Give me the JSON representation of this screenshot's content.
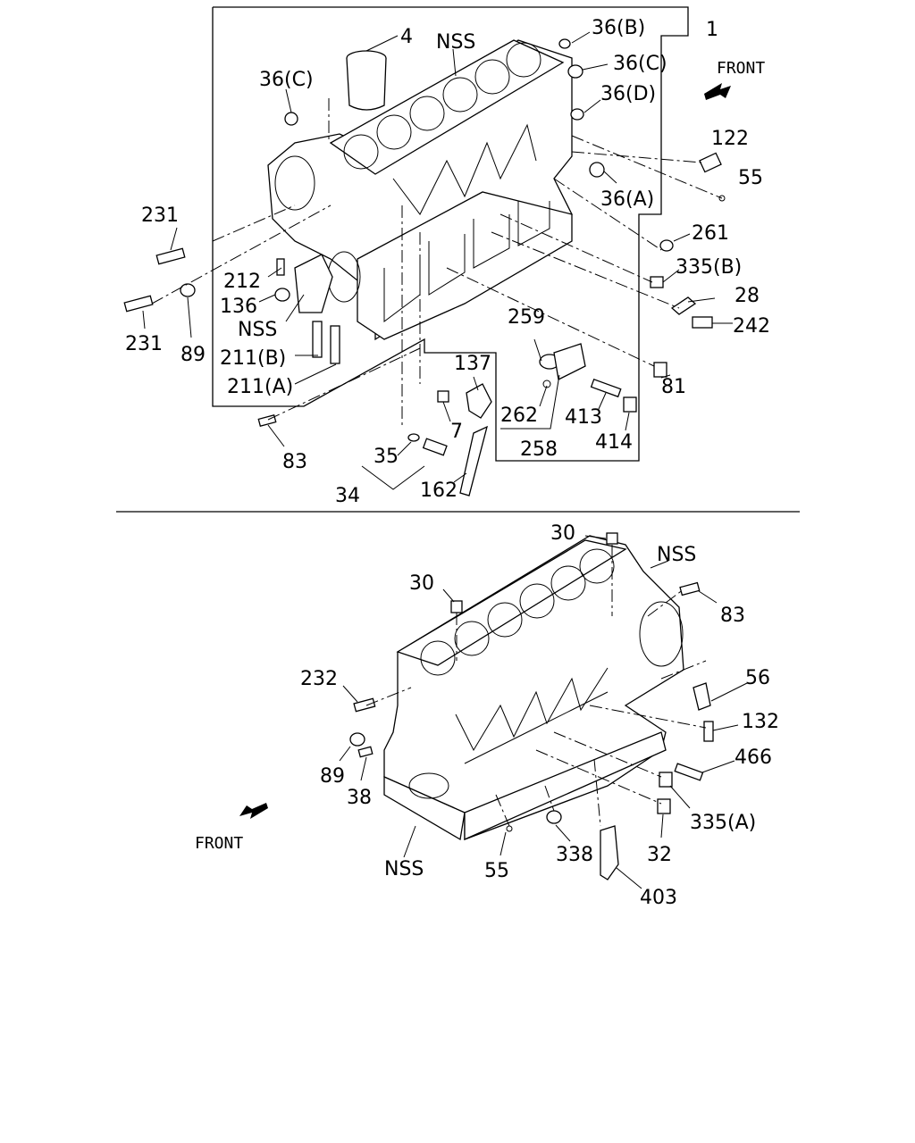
{
  "diagram": {
    "upper_labels": [
      {
        "id": "u-4",
        "text": "4"
      },
      {
        "id": "u-nss-top",
        "text": "NSS"
      },
      {
        "id": "u-36b",
        "text": "36(B)"
      },
      {
        "id": "u-1",
        "text": "1"
      },
      {
        "id": "u-36c-right",
        "text": "36(C)"
      },
      {
        "id": "u-front",
        "text": "FRONT"
      },
      {
        "id": "u-36c-left",
        "text": "36(C)"
      },
      {
        "id": "u-36d",
        "text": "36(D)"
      },
      {
        "id": "u-122",
        "text": "122"
      },
      {
        "id": "u-55",
        "text": "55"
      },
      {
        "id": "u-36a",
        "text": "36(A)"
      },
      {
        "id": "u-231-top",
        "text": "231"
      },
      {
        "id": "u-261",
        "text": "261"
      },
      {
        "id": "u-212",
        "text": "212"
      },
      {
        "id": "u-335b",
        "text": "335(B)"
      },
      {
        "id": "u-136",
        "text": "136"
      },
      {
        "id": "u-28",
        "text": "28"
      },
      {
        "id": "u-nss-left",
        "text": "NSS"
      },
      {
        "id": "u-242",
        "text": "242"
      },
      {
        "id": "u-231-bottom",
        "text": "231"
      },
      {
        "id": "u-259",
        "text": "259"
      },
      {
        "id": "u-89",
        "text": "89"
      },
      {
        "id": "u-211b",
        "text": "211(B)"
      },
      {
        "id": "u-137",
        "text": "137"
      },
      {
        "id": "u-81",
        "text": "81"
      },
      {
        "id": "u-211a",
        "text": "211(A)"
      },
      {
        "id": "u-262",
        "text": "262"
      },
      {
        "id": "u-413",
        "text": "413"
      },
      {
        "id": "u-7",
        "text": "7"
      },
      {
        "id": "u-414",
        "text": "414"
      },
      {
        "id": "u-83",
        "text": "83"
      },
      {
        "id": "u-35",
        "text": "35"
      },
      {
        "id": "u-258",
        "text": "258"
      },
      {
        "id": "u-34",
        "text": "34"
      },
      {
        "id": "u-162",
        "text": "162"
      }
    ],
    "lower_labels": [
      {
        "id": "l-30-top",
        "text": "30"
      },
      {
        "id": "l-nss-top",
        "text": "NSS"
      },
      {
        "id": "l-30-left",
        "text": "30"
      },
      {
        "id": "l-83",
        "text": "83"
      },
      {
        "id": "l-232",
        "text": "232"
      },
      {
        "id": "l-56",
        "text": "56"
      },
      {
        "id": "l-132",
        "text": "132"
      },
      {
        "id": "l-466",
        "text": "466"
      },
      {
        "id": "l-89",
        "text": "89"
      },
      {
        "id": "l-38",
        "text": "38"
      },
      {
        "id": "l-335a",
        "text": "335(A)"
      },
      {
        "id": "l-front",
        "text": "FRONT"
      },
      {
        "id": "l-nss-bottom",
        "text": "NSS"
      },
      {
        "id": "l-55",
        "text": "55"
      },
      {
        "id": "l-338",
        "text": "338"
      },
      {
        "id": "l-32",
        "text": "32"
      },
      {
        "id": "l-403",
        "text": "403"
      }
    ]
  }
}
